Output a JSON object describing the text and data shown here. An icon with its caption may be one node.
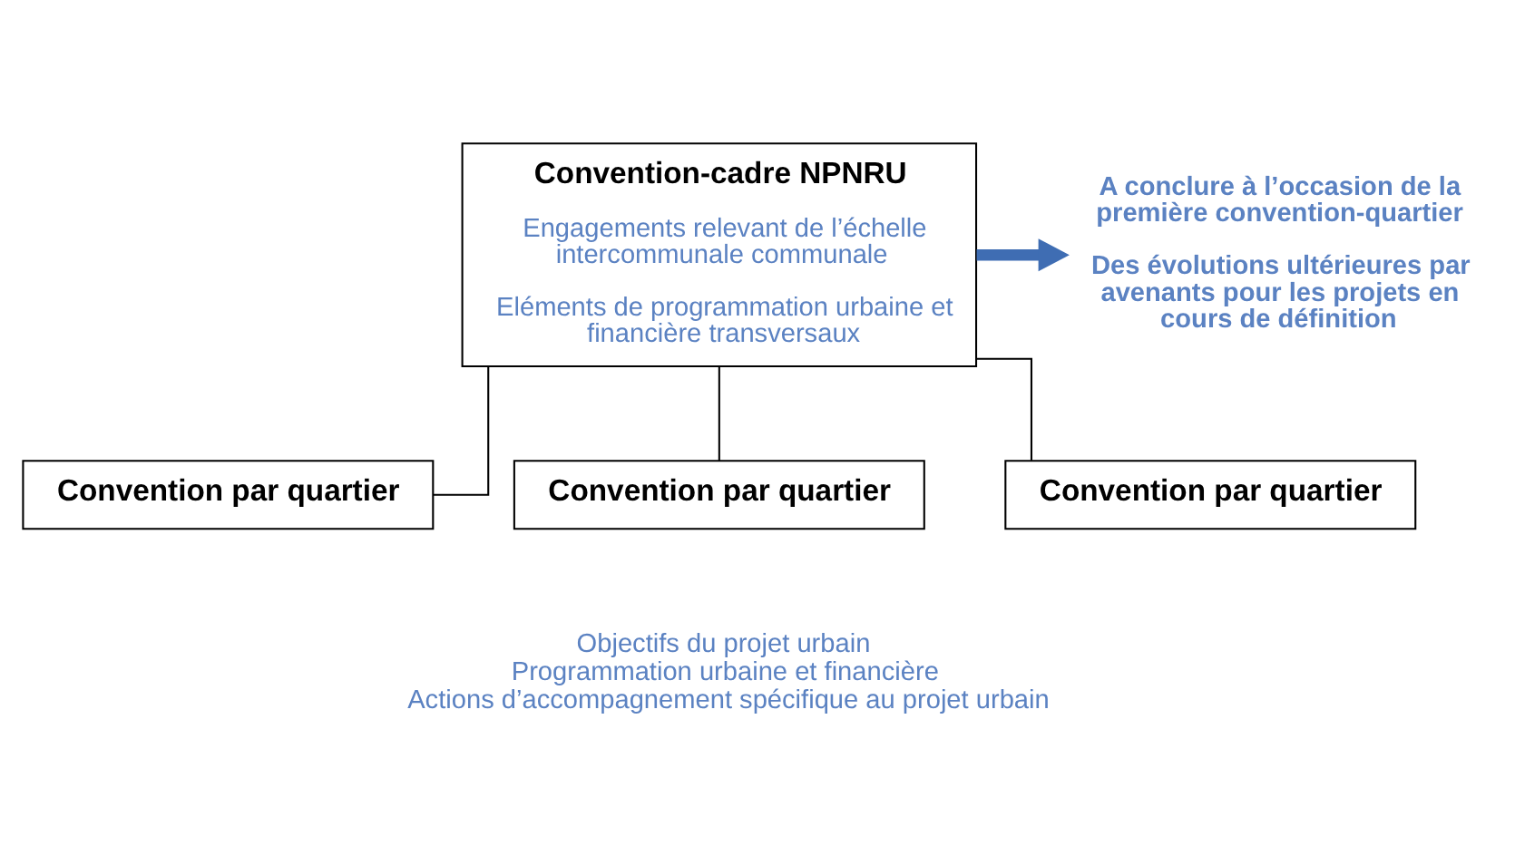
{
  "diagram": {
    "nodes": [
      {
        "text": [
          "Convention-cadre NPNRU",
          "Engagements relevant de l’échelle intercommunale communale",
          "Eléments de programmation urbaine et financière transversaux"
        ]
      },
      {
        "text": [
          "Convention par quartier"
        ]
      },
      {
        "text": [
          "Convention par quartier"
        ]
      },
      {
        "text": [
          "Convention par quartier"
        ]
      },
      {
        "text": [
          "A conclure à l’occasion de la première convention-quartier",
          "Des évolutions ultérieures par avenants pour les projets en cours de définition"
        ]
      }
    ],
    "edges": [
      {
        "from": 0,
        "to": 1,
        "arrow": "none"
      },
      {
        "from": 0,
        "to": 2,
        "arrow": "none"
      },
      {
        "from": 0,
        "to": 3,
        "arrow": "none"
      },
      {
        "from": 0,
        "to": 4,
        "arrow": "to",
        "style": "thick",
        "color": "#3f6db3"
      }
    ],
    "labels": [
      "Objectifs du projet urbain",
      "Programmation urbaine et financière",
      "Actions d’accompagnement spécifique au projet urbain"
    ]
  }
}
